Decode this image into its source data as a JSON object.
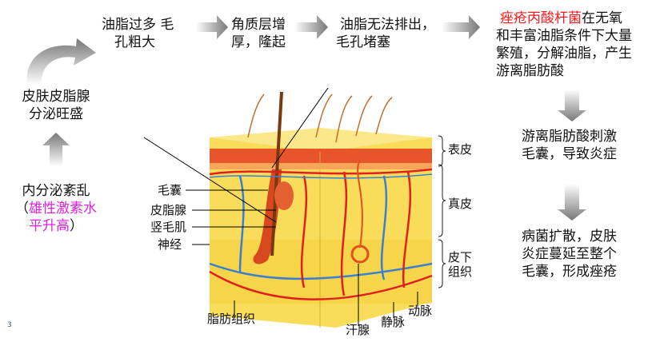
{
  "flow": {
    "step_left_bottom": {
      "line1": "内分泌紊乱",
      "paren_open": "（",
      "highlight": "雄性激素水平升高",
      "hl_line1": "雄性激素水",
      "hl_line2": "平升高",
      "paren_close": "）"
    },
    "step_left_top": {
      "line1": "皮肤皮脂腺",
      "line2": "分泌旺盛"
    },
    "step_1": {
      "line1": "油脂过多  毛",
      "line2": "孔粗大"
    },
    "step_2": {
      "line1": "角质层增",
      "line2": "厚，隆起"
    },
    "step_3": {
      "line1": "油脂无法排出，",
      "line2": "毛孔堵塞"
    },
    "step_4": {
      "highlight": "痤疮丙酸杆菌",
      "line1_rest": "在无氧",
      "line2": "和丰富油脂条件下大量",
      "line3": "繁殖，分解油脂，产生",
      "line4": "游离脂肪酸"
    },
    "step_5": {
      "line1": "游离脂肪酸刺激",
      "line2": "毛囊，导致炎症"
    },
    "step_6": {
      "line1": "病菌扩散，皮肤",
      "line2": "炎症蔓延至整个",
      "line3": "毛囊，形成痤疮"
    }
  },
  "diagram_labels": {
    "hair_follicle": "毛囊",
    "sebaceous_gland": "皮脂腺",
    "arrector_pili": "竖毛肌",
    "nerve": "神经",
    "epidermis": "表皮",
    "dermis": "真皮",
    "subcutis_1": "皮下",
    "subcutis_2": "组织",
    "adipose": "脂肪组织",
    "sweat_gland": "汗腺",
    "vein": "静脉",
    "artery": "动脉"
  },
  "page_number": "3",
  "colors": {
    "highlight_red": "#ff1a1a",
    "highlight_magenta": "#e020e0",
    "arrow_gray": "#8a8a8a",
    "skin_yellow": "#f8dc5a",
    "epidermis_red": "#e8552a",
    "vein_blue": "#3a7fd0",
    "artery_red": "#e02020"
  }
}
